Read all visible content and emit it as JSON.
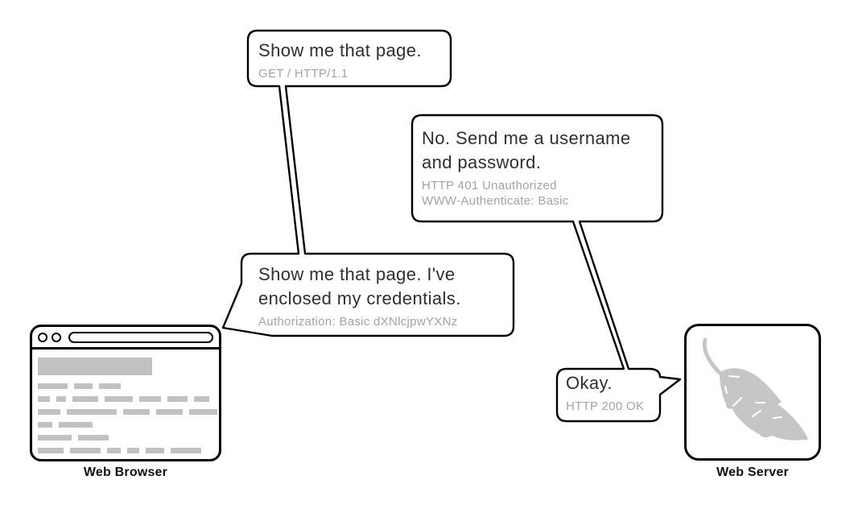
{
  "bubbles": [
    {
      "id": "request-1",
      "speaker": "Web Browser",
      "main_lines": [
        "Show me that page."
      ],
      "sub_lines": [
        "GET / HTTP/1.1"
      ]
    },
    {
      "id": "response-401",
      "speaker": "Web Server",
      "main_lines": [
        "No. Send me a username",
        "and password."
      ],
      "sub_lines": [
        "HTTP 401 Unauthorized",
        "WWW-Authenticate: Basic"
      ]
    },
    {
      "id": "request-2",
      "speaker": "Web Browser",
      "main_lines": [
        "Show me that page. I've",
        "enclosed my credentials."
      ],
      "sub_lines": [
        "Authorization: Basic dXNlcjpwYXNz"
      ]
    },
    {
      "id": "response-200",
      "speaker": "Web Server",
      "main_lines": [
        "Okay."
      ],
      "sub_lines": [
        "HTTP 200 OK"
      ]
    }
  ],
  "entities": [
    {
      "label": "Web Browser"
    },
    {
      "label": "Web Server"
    }
  ],
  "browser_graphic": {
    "heading_width": 142,
    "rows": [
      [
        37,
        23,
        27
      ],
      [
        15,
        12,
        32,
        35,
        27,
        25,
        19
      ],
      [
        28,
        62,
        33,
        33,
        35
      ],
      [
        18,
        42
      ],
      [
        42,
        38
      ],
      [
        32,
        38,
        17,
        15,
        23,
        38
      ]
    ]
  },
  "colors": {
    "outline": "#000000",
    "main_text": "#2f2f2f",
    "secondary_text": "#a3a3a3",
    "skeleton_gray": "#c1c1c1",
    "feather_gray": "#c6c6c6",
    "background": "#ffffff"
  }
}
